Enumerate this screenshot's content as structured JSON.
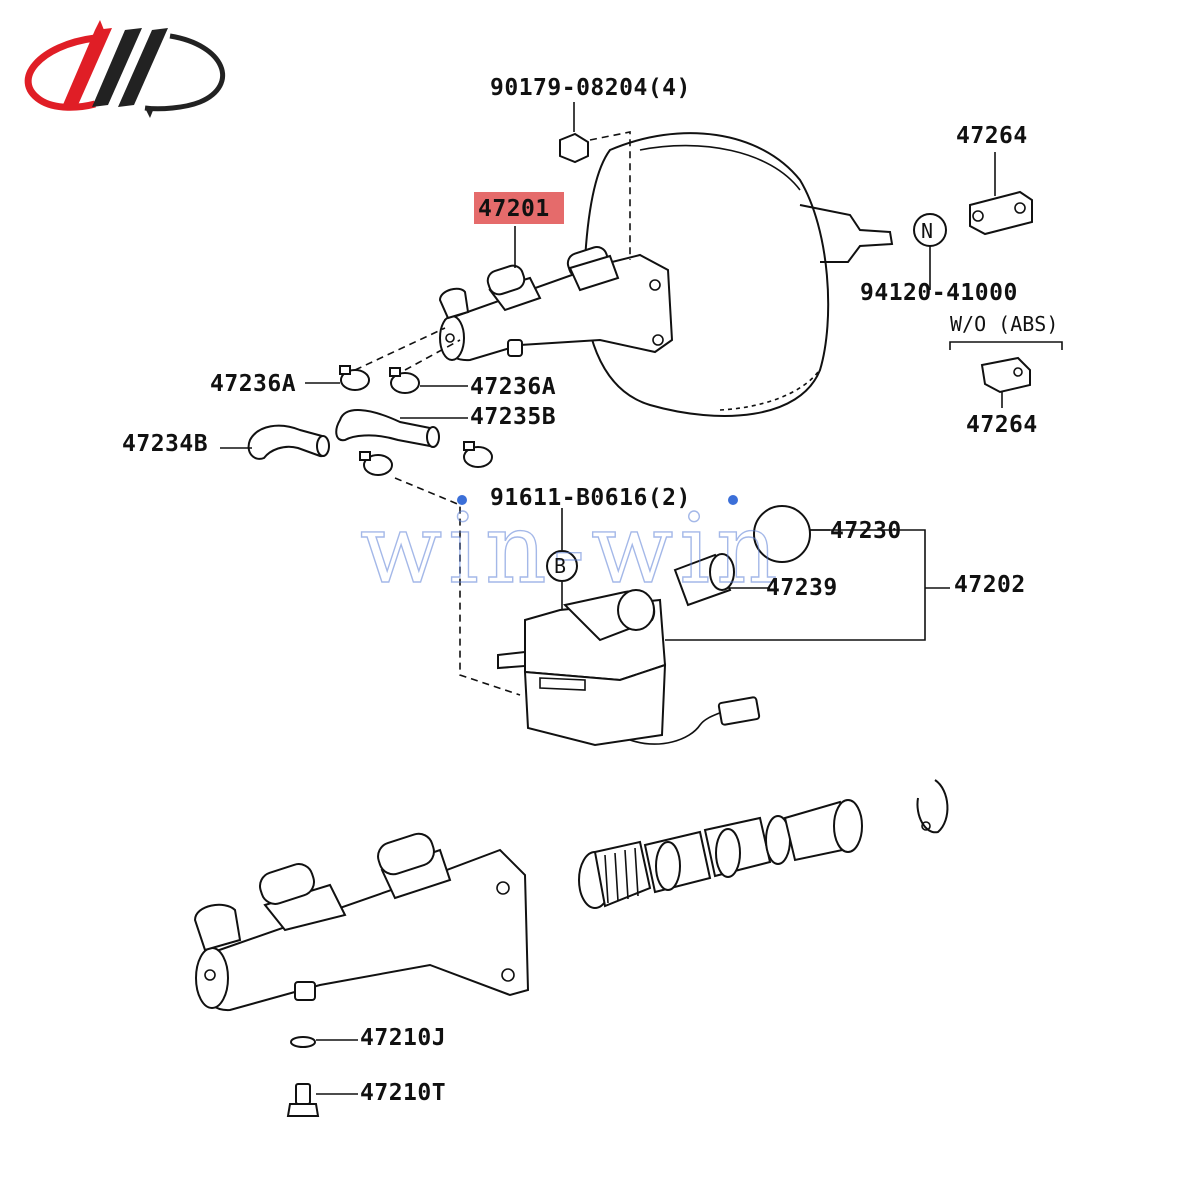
{
  "colors": {
    "logo_red": "#e01e26",
    "logo_dark": "#222222",
    "highlight": "#e56b6b",
    "watermark": "#5b7fd6",
    "line": "#111111"
  },
  "labels": {
    "bolt": "90179-08204(4)",
    "master_cylinder_top": "47201",
    "bracket_top": "47264",
    "pin": "94120-41000",
    "pin_marker": "N",
    "wo_abs": "W/O (ABS)",
    "bracket_bottom": "47264",
    "clamp_left": "47236A",
    "clamp_right": "47236A",
    "hose_right": "47235B",
    "hose_left": "47234B",
    "screw": "91611-B0616(2)",
    "screw_marker": "B",
    "cap": "47230",
    "strainer": "47239",
    "reservoir": "47202",
    "gasket": "47210J",
    "union_bolt": "47210T"
  },
  "watermark_text": "win-win"
}
